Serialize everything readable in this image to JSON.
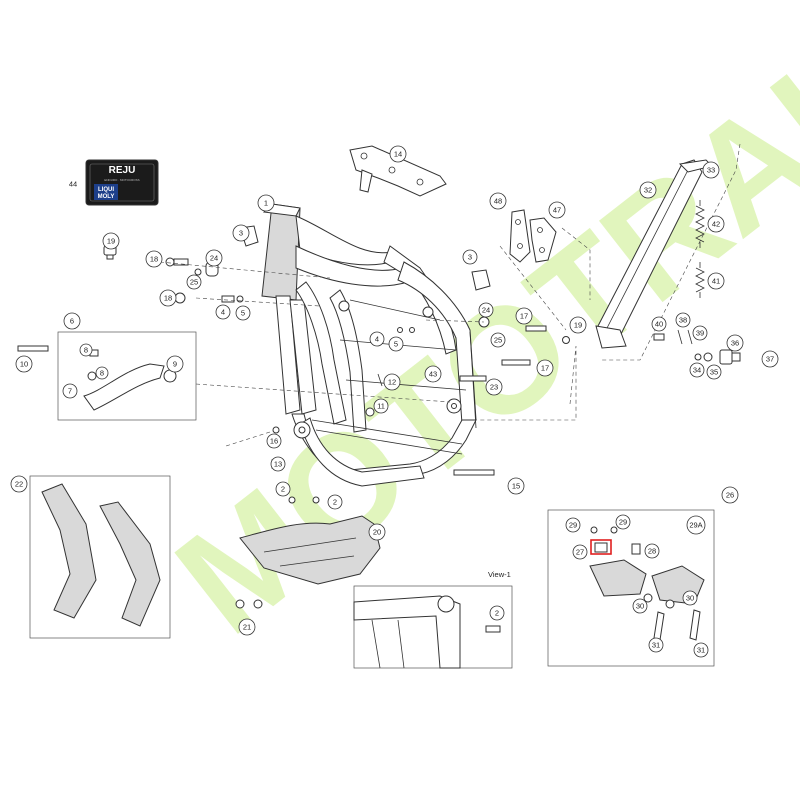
{
  "logo": {
    "brand": "REJU",
    "tagline": "ENDURO · MOTOCROSS",
    "sticker_text_1": "LIQUI",
    "sticker_text_2": "MOLY"
  },
  "watermark": {
    "text": "MOTOTRAIL",
    "color_moto": "#d8f2a8",
    "color_trail": "#c9c9c9"
  },
  "view_label": "View-1",
  "callouts": {
    "c44": "44",
    "c14": "14",
    "c1": "1",
    "c3a": "3",
    "c3b": "3",
    "c19a": "19",
    "c19b": "19",
    "c18a": "18",
    "c18b": "18",
    "c24a": "24",
    "c24b": "24",
    "c25a": "25",
    "c25b": "25",
    "c4a": "4",
    "c4b": "4",
    "c5a": "5",
    "c5b": "5",
    "c6": "6",
    "c8a": "8",
    "c8b": "8",
    "c7": "7",
    "c9": "9",
    "c10": "10",
    "c12": "12",
    "c11": "11",
    "c43": "43",
    "c16": "16",
    "c13": "13",
    "c2a": "2",
    "c2b": "2",
    "c2c": "2",
    "c17a": "17",
    "c17b": "17",
    "c23": "23",
    "c15": "15",
    "c48": "48",
    "c47": "47",
    "c32": "32",
    "c33": "33",
    "c42": "42",
    "c41": "41",
    "c40": "40",
    "c38": "38",
    "c39": "39",
    "c36": "36",
    "c37": "37",
    "c34": "34",
    "c35": "35",
    "c22": "22",
    "c20": "20",
    "c21": "21",
    "c26": "26",
    "c29a": "29",
    "c29b": "29",
    "c29A": "29A",
    "c27": "27",
    "c28": "28",
    "c30a": "30",
    "c30b": "30",
    "c31a": "31",
    "c31b": "31"
  },
  "highlight_color": "#e02020"
}
